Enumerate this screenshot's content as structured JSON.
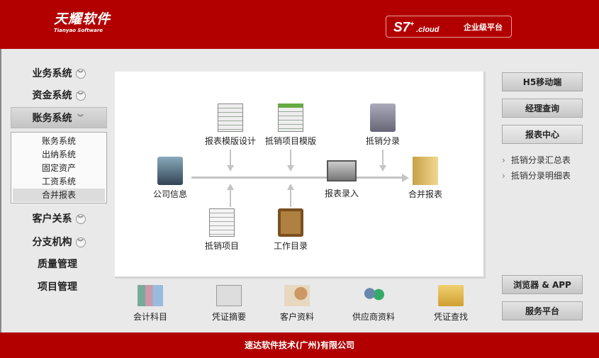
{
  "header": {
    "logo_cn": "天耀软件",
    "logo_en": "Tianyao Software",
    "product": "S7",
    "product_sup": "+",
    "product_suffix": ".cloud",
    "product_tag": "企业级平台"
  },
  "left_nav": {
    "items": [
      {
        "label": "业务系统",
        "chevron": true
      },
      {
        "label": "资金系统",
        "chevron": true
      },
      {
        "label": "账务系统",
        "chevron": true,
        "active": true
      },
      {
        "label": "客户关系",
        "chevron": true
      },
      {
        "label": "分支机构",
        "chevron": true
      },
      {
        "label": "质量管理",
        "chevron": false
      },
      {
        "label": "项目管理",
        "chevron": false
      }
    ],
    "submenu": [
      "账务系统",
      "出纳系统",
      "固定资产",
      "工资系统",
      "合并报表"
    ],
    "submenu_selected": "合并报表",
    "chevron_glyph": "»"
  },
  "diagram": {
    "nodes": {
      "company": "公司信息",
      "template_design": "报表模版设计",
      "elim_template": "抵销项目模版",
      "elim_entry": "抵销分录",
      "report_entry": "报表录入",
      "consolidated": "合并报表",
      "elim_item": "抵销项目",
      "work_dir": "工作目录"
    }
  },
  "bottom_bar": [
    "会计科目",
    "凭证摘要",
    "客户资料",
    "供应商资料",
    "凭证查找"
  ],
  "right": {
    "buttons": [
      "H5移动端",
      "经理查询",
      "报表中心"
    ],
    "links": [
      "抵销分录汇总表",
      "抵销分录明细表"
    ],
    "bottom_buttons": [
      "浏览器 & APP",
      "服务平台"
    ]
  },
  "footer": "速达软件技术(广州)有限公司",
  "colors": {
    "brand": "#b20000"
  }
}
